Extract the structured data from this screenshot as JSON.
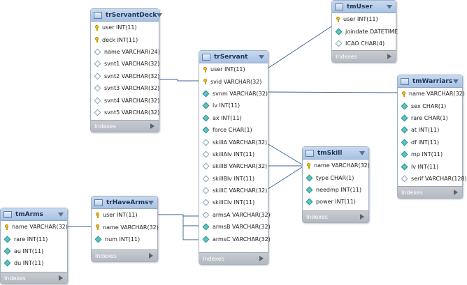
{
  "tables": [
    {
      "id": "trServantDeck",
      "title": "trServantDeck",
      "indexes_label": "Indexes",
      "columns": [
        {
          "name": "user INT(11)",
          "icon": "key"
        },
        {
          "name": "deck INT(11)",
          "icon": "key"
        },
        {
          "name": "name VARCHAR(24)",
          "icon": "diamond-empty"
        },
        {
          "name": "svnt1 VARCHAR(32)",
          "icon": "diamond-empty"
        },
        {
          "name": "svnt2 VARCHAR(32)",
          "icon": "diamond-empty"
        },
        {
          "name": "svnt3 VARCHAR(32)",
          "icon": "diamond-empty"
        },
        {
          "name": "svnt4 VARCHAR(32)",
          "icon": "diamond-empty"
        },
        {
          "name": "svnt5 VARCHAR(32)",
          "icon": "diamond-empty"
        }
      ]
    },
    {
      "id": "tmUser",
      "title": "tmUser",
      "indexes_label": "Indexes",
      "columns": [
        {
          "name": "user INT(11)",
          "icon": "key"
        },
        {
          "name": "joindate DATETIME",
          "icon": "diamond"
        },
        {
          "name": "ICAO CHAR(4)",
          "icon": "diamond-empty"
        }
      ]
    },
    {
      "id": "trServant",
      "title": "trServant",
      "indexes_label": "Indexes",
      "columns": [
        {
          "name": "user INT(11)",
          "icon": "key"
        },
        {
          "name": "svid VARCHAR(32)",
          "icon": "key"
        },
        {
          "name": "svnm VARCHAR(32)",
          "icon": "diamond"
        },
        {
          "name": "lv INT(11)",
          "icon": "diamond"
        },
        {
          "name": "ax INT(11)",
          "icon": "diamond"
        },
        {
          "name": "force CHAR(1)",
          "icon": "diamond"
        },
        {
          "name": "skillA VARCHAR(32)",
          "icon": "diamond-empty"
        },
        {
          "name": "skillAlv INT(11)",
          "icon": "diamond-empty"
        },
        {
          "name": "skillB VARCHAR(32)",
          "icon": "diamond-empty"
        },
        {
          "name": "skillBlv INT(11)",
          "icon": "diamond-empty"
        },
        {
          "name": "skillC VARCHAR(32)",
          "icon": "diamond-empty"
        },
        {
          "name": "skillClv INT(11)",
          "icon": "diamond-empty"
        },
        {
          "name": "armsA VARCHAR(32)",
          "icon": "diamond-empty"
        },
        {
          "name": "armsB VARCHAR(32)",
          "icon": "diamond"
        },
        {
          "name": "armsC VARCHAR(32)",
          "icon": "diamond"
        }
      ]
    },
    {
      "id": "tmWarriars",
      "title": "tmWarriars",
      "indexes_label": "Indexes",
      "columns": [
        {
          "name": "name VARCHAR(32)",
          "icon": "key"
        },
        {
          "name": "sex CHAR(1)",
          "icon": "diamond"
        },
        {
          "name": "rare CHAR(1)",
          "icon": "diamond"
        },
        {
          "name": "at INT(11)",
          "icon": "diamond"
        },
        {
          "name": "df INT(11)",
          "icon": "diamond"
        },
        {
          "name": "mp INT(11)",
          "icon": "diamond"
        },
        {
          "name": "lv INT(11)",
          "icon": "diamond"
        },
        {
          "name": "serif VARCHAR(128)",
          "icon": "diamond-empty"
        }
      ]
    },
    {
      "id": "tmSkill",
      "title": "tmSkill",
      "indexes_label": "Indexes",
      "columns": [
        {
          "name": "name VARCHAR(32)",
          "icon": "key"
        },
        {
          "name": "type CHAR(1)",
          "icon": "diamond"
        },
        {
          "name": "needmp INT(11)",
          "icon": "diamond"
        },
        {
          "name": "power INT(11)",
          "icon": "diamond"
        }
      ]
    },
    {
      "id": "trHaveArms",
      "title": "trHaveArms",
      "indexes_label": "Indexes",
      "columns": [
        {
          "name": "user INT(11)",
          "icon": "key"
        },
        {
          "name": "name VARCHAR(32)",
          "icon": "key"
        },
        {
          "name": "num INT(11)",
          "icon": "diamond"
        }
      ]
    },
    {
      "id": "tmArms",
      "title": "tmArms",
      "indexes_label": "Indexes",
      "columns": [
        {
          "name": "name VARCHAR(32)",
          "icon": "key"
        },
        {
          "name": "rare INT(11)",
          "icon": "diamond"
        },
        {
          "name": "au INT(11)",
          "icon": "diamond"
        },
        {
          "name": "du INT(11)",
          "icon": "diamond"
        }
      ]
    }
  ],
  "colors": {
    "relation_line": "#3a5f95"
  }
}
